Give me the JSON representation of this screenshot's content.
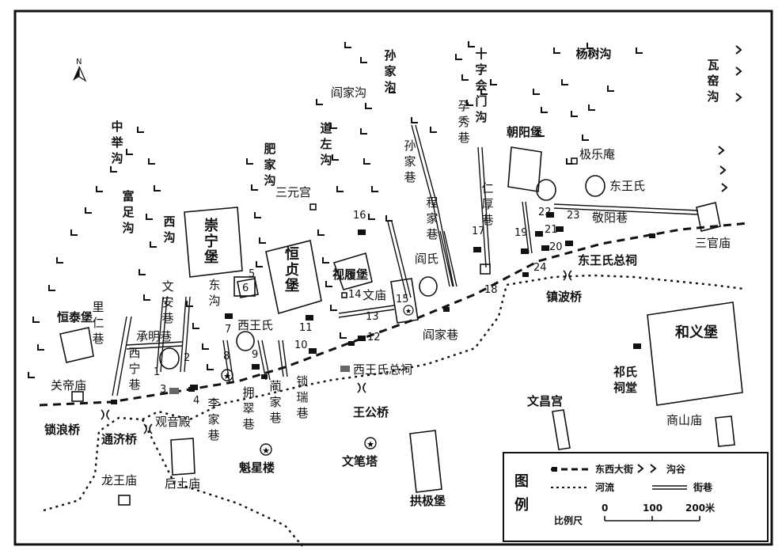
{
  "north": "N",
  "gullies": {
    "zhongju": "中举沟",
    "fuzu": "富足沟",
    "xi": "西沟",
    "fei": "肥家沟",
    "daozuo": "道左沟",
    "yanjia_gully": "阎家沟",
    "sunjia_gully": "孙家沟",
    "shizihui": "十字会门沟",
    "yangshu": "杨树沟",
    "wayao": "瓦窑沟"
  },
  "forts": {
    "chongning": "崇宁堡",
    "hengzhen": "恒贞堡",
    "shimei": "视履堡",
    "chaoyang": "朝阳堡",
    "hetai": "恒泰堡",
    "heyi": "和义堡",
    "gongji": "拱极堡"
  },
  "lanes": {
    "wenan": "文安巷",
    "chengming": "承明巷",
    "xining": "西宁巷",
    "liren": "里仁巷",
    "dong": "东沟",
    "lijia": "李家巷",
    "yongcui": "拥翠巷",
    "lanjia": "蔺家巷",
    "suorui": "锁瑞巷",
    "sunjia": "孙家巷",
    "chengjia": "程家巷",
    "yunxiu": "孕秀巷",
    "renhou": "仁厚巷",
    "yanjia": "阎家巷",
    "jingyang": "敬阳巷"
  },
  "buildings": {
    "sanyuangong": "三元宫",
    "jile": "极乐庵",
    "xiwang": "西王氏",
    "dongwang": "东王氏",
    "wenmiao": "文庙",
    "yanshi": "阎氏",
    "xiwang_ci": "西王氏总祠",
    "dongwang_ci": "东王氏总祠",
    "qishi": "祁氏祠堂",
    "guandi": "关帝庙",
    "guanyin": "观音殿",
    "houtu": "后土庙",
    "longwang": "龙王庙",
    "kuixing": "魁星楼",
    "wenbi": "文笔塔",
    "wenchang": "文昌宫",
    "shangshan": "商山庙",
    "sanguan": "三官庙"
  },
  "bridges": {
    "suolang": "锁浪桥",
    "tongji": "通济桥",
    "wanggong": "王公桥",
    "zhenbo": "镇波桥"
  },
  "numbers": {
    "n1": "1",
    "n2": "2",
    "n3": "3",
    "n4": "4",
    "n5": "5",
    "n6": "6",
    "n7": "7",
    "n8": "8",
    "n9": "9",
    "n10": "10",
    "n11": "11",
    "n12": "12",
    "n13": "13",
    "n14": "14",
    "n15": "15",
    "n16": "16",
    "n17": "17",
    "n18": "18",
    "n19": "19",
    "n20": "20",
    "n21": "21",
    "n22": "22",
    "n23": "23",
    "n24": "24"
  },
  "legend": {
    "title": "图例",
    "main_street": "东西大街",
    "gully": "沟谷",
    "river": "河流",
    "lane": "街巷",
    "scale_label": "比例尺",
    "scale_0": "0",
    "scale_100": "100",
    "scale_200": "200米"
  }
}
